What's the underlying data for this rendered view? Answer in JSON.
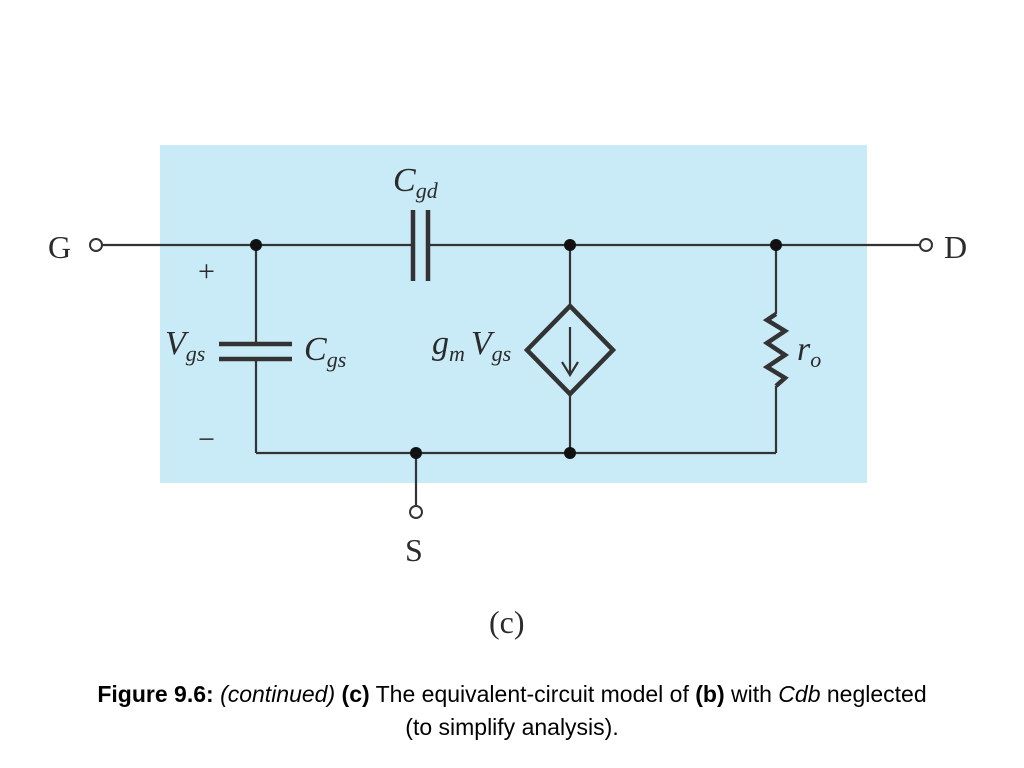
{
  "diagram": {
    "background_color": "#c9ebf8",
    "labels": {
      "gate": "G",
      "drain": "D",
      "source": "S",
      "plus": "+",
      "minus": "−",
      "vgs_main": "V",
      "vgs_sub": "gs",
      "cgs_main": "C",
      "cgs_sub": "gs",
      "cgd_main": "C",
      "cgd_sub": "gd",
      "gm_main": "g",
      "gm_sub": "m",
      "gm_v_main": "V",
      "gm_v_sub": "gs",
      "ro_main": "r",
      "ro_sub": "o",
      "part": "(c)"
    },
    "components": [
      "cgd-capacitor",
      "cgs-capacitor",
      "dependent-current-source",
      "ro-resistor"
    ]
  },
  "caption": {
    "figure_label": "Figure 9.6:",
    "continued": "(continued)",
    "part_c": "(c)",
    "text_1": " The equivalent-circuit model of ",
    "part_b": "(b)",
    "text_2": " with ",
    "cdb": "Cdb",
    "text_3": " neglected",
    "text_4": "(to simplify analysis)."
  }
}
